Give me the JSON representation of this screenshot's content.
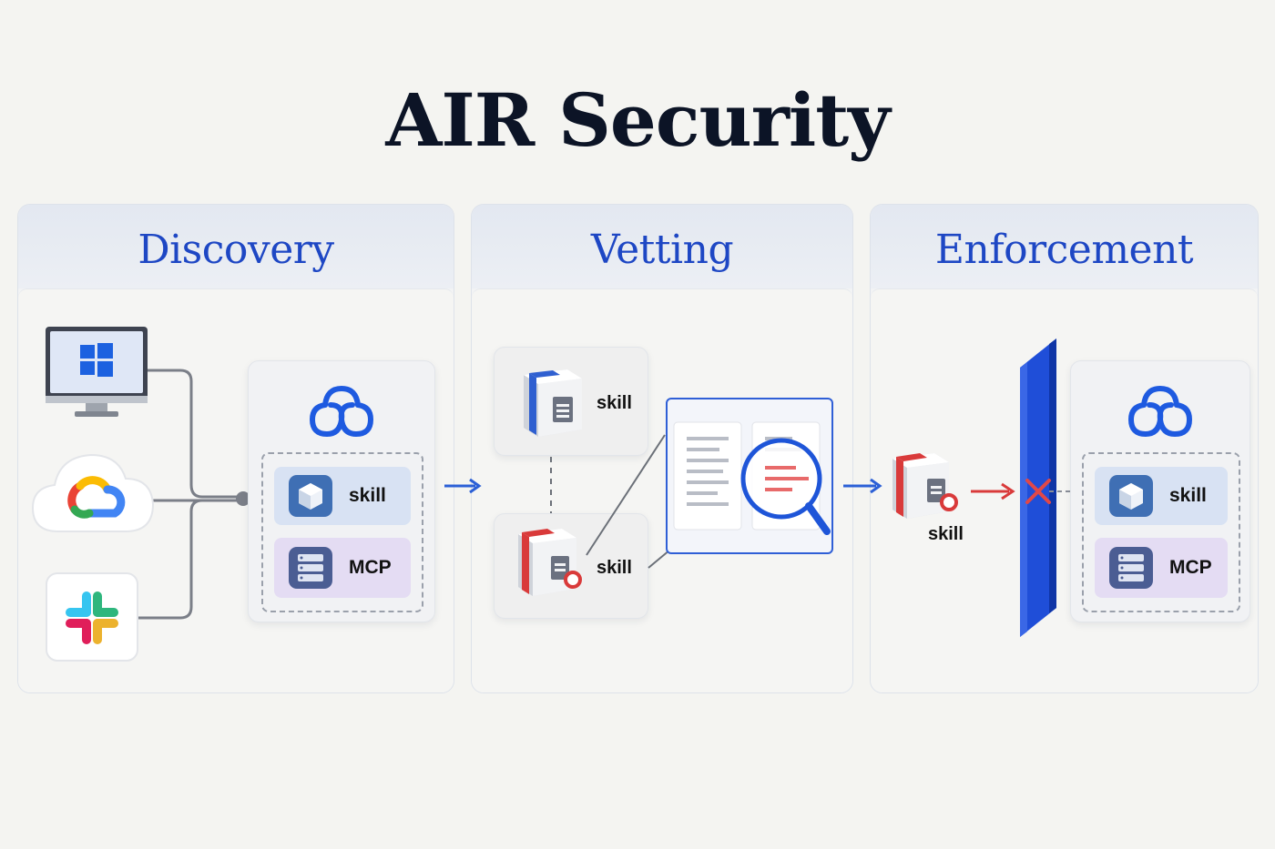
{
  "title": "AIR Security",
  "stages": [
    {
      "heading": "Discovery"
    },
    {
      "heading": "Vetting"
    },
    {
      "heading": "Enforcement"
    }
  ],
  "discovery": {
    "sources": [
      {
        "icon": "windows-monitor-icon"
      },
      {
        "icon": "google-cloud-icon"
      },
      {
        "icon": "slack-icon"
      }
    ],
    "hub_icon": "cloud-hub-icon",
    "items": [
      {
        "label": "skill",
        "icon": "cube-icon"
      },
      {
        "label": "MCP",
        "icon": "server-icon"
      }
    ]
  },
  "vetting": {
    "skill_safe_label": "skill",
    "skill_flagged_label": "skill",
    "inspector_icon": "magnifier-document-icon"
  },
  "enforcement": {
    "blocked_skill_label": "skill",
    "block_icon": "red-x-icon",
    "hub_icon": "cloud-hub-icon",
    "items": [
      {
        "label": "skill",
        "icon": "cube-icon"
      },
      {
        "label": "MCP",
        "icon": "server-icon"
      }
    ]
  },
  "colors": {
    "accent_blue": "#1e47c4",
    "danger_red": "#d93a3a",
    "barrier_blue": "#1f4ed8"
  }
}
